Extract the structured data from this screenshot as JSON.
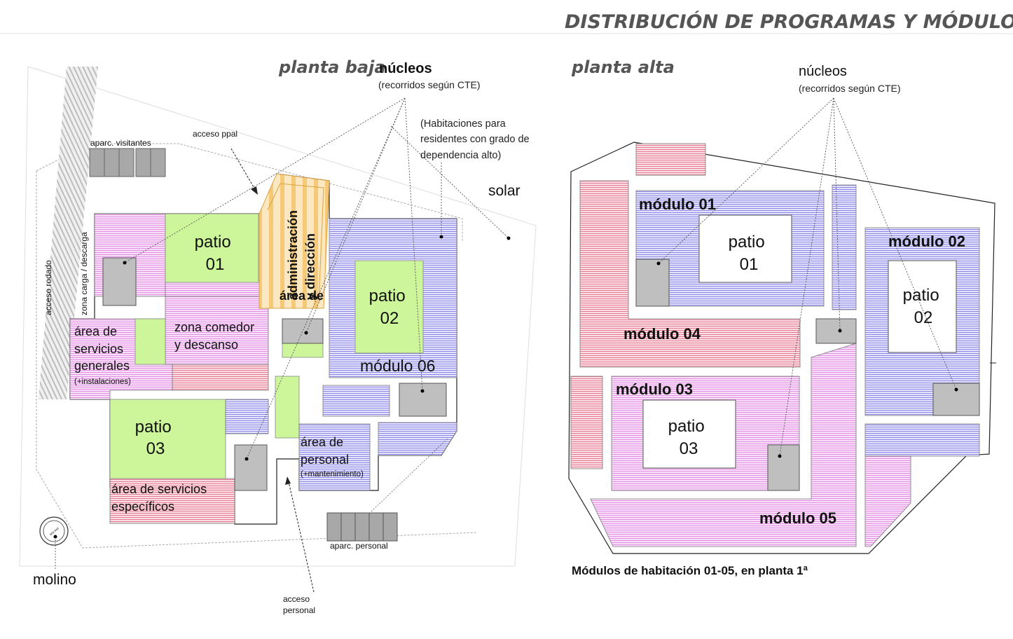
{
  "title": "DISTRIBUCIÓN DE PROGRAMAS Y MÓDULOS",
  "ground_floor": {
    "heading": "planta baja",
    "nucleos_title": "núcleos",
    "nucleos_sub": "(recorridos según CTE)",
    "habitaciones_note": [
      "(Habitaciones para",
      "residentes con grado de",
      "dependencia alto)"
    ],
    "solar": "solar",
    "acceso_rodado": "acceso rodado",
    "zona_carga": "zona carga / descarga",
    "aparc_visitantes": "aparc. visitantes",
    "acceso_ppal": "acceso ppal",
    "admin": [
      "área de",
      "administración",
      "y dirección"
    ],
    "patio01": [
      "patio",
      "01"
    ],
    "patio02": [
      "patio",
      "02"
    ],
    "patio03": [
      "patio",
      "03"
    ],
    "modulo06": "módulo 06",
    "comedor": [
      "zona comedor",
      "y descanso"
    ],
    "servicios_generales": [
      "área de",
      "servicios",
      "generales"
    ],
    "instalaciones": "(+instalaciones)",
    "servicios_especificos": [
      "área de servicios",
      "específicos"
    ],
    "personal": [
      "área de",
      "personal"
    ],
    "mantenimiento": "(+mantenimiento)",
    "aparc_personal": "aparc. personal",
    "acceso_personal": [
      "acceso",
      "personal"
    ],
    "molino": "molino",
    "molino_stamp": "MOLINO"
  },
  "upper_floor": {
    "heading": "planta alta",
    "nucleos_title": "núcleos",
    "nucleos_sub": "(recorridos según CTE)",
    "modulo01": "módulo 01",
    "modulo02": "módulo 02",
    "modulo03": "módulo 03",
    "modulo04": "módulo 04",
    "modulo05": "módulo 05",
    "patio01": [
      "patio",
      "01"
    ],
    "patio02": [
      "patio",
      "02"
    ],
    "patio03": [
      "patio",
      "03"
    ],
    "caption": "Módulos de habitación 01-05, en planta 1ª"
  },
  "colors": {
    "green": "#cdf59a",
    "pink_hatch": "#e38fe3",
    "blue_hatch": "#8c87e6",
    "red_hatch": "#e67a8f",
    "orange": "#f5c978",
    "core_gray": "#bfbfbf"
  }
}
